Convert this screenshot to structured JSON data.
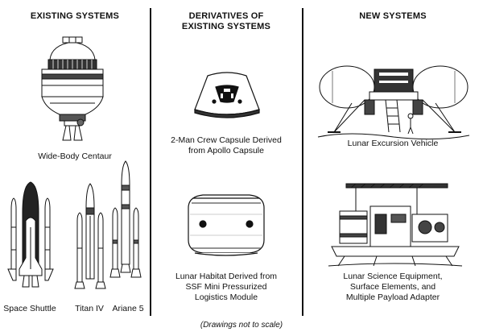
{
  "columns": {
    "existing": {
      "title": "EXISTING SYSTEMS"
    },
    "derivatives": {
      "title_line1": "DERIVATIVES OF",
      "title_line2": "EXISTING SYSTEMS"
    },
    "new": {
      "title": "NEW SYSTEMS"
    }
  },
  "captions": {
    "centaur": "Wide-Body Centaur",
    "shuttle": "Space Shuttle",
    "titan": "Titan IV",
    "ariane": "Ariane 5",
    "capsule_line1": "2-Man Crew Capsule Derived",
    "capsule_line2": "from Apollo Capsule",
    "habitat_line1": "Lunar Habitat Derived from",
    "habitat_line2": "SSF Mini Pressurized",
    "habitat_line3": "Logistics Module",
    "lev": "Lunar Excursion Vehicle",
    "science_line1": "Lunar Science Equipment,",
    "science_line2": "Surface Elements, and",
    "science_line3": "Multiple Payload Adapter"
  },
  "footnote": "(Drawings not to scale)"
}
